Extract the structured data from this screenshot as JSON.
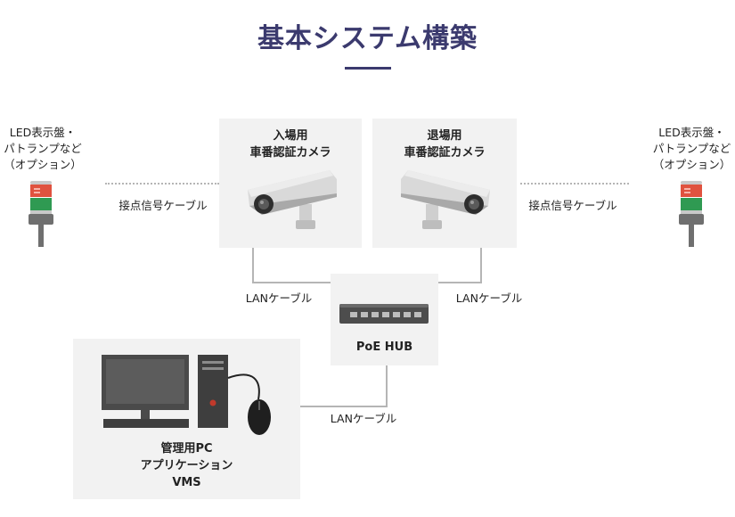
{
  "title": "基本システム構築",
  "cameras": {
    "entry": {
      "line1": "入場用",
      "line2": "車番認証カメラ"
    },
    "exit": {
      "line1": "退場用",
      "line2": "車番認証カメラ"
    }
  },
  "signal_devices": {
    "left": {
      "line1": "LED表示盤・",
      "line2": "パトランプなど",
      "line3": "（オプション）"
    },
    "right": {
      "line1": "LED表示盤・",
      "line2": "パトランプなど",
      "line3": "（オプション）"
    }
  },
  "cables": {
    "contact_left": "接点信号ケーブル",
    "contact_right": "接点信号ケーブル",
    "lan_left": "LANケーブル",
    "lan_right": "LANケーブル",
    "lan_bottom": "LANケーブル"
  },
  "hub": {
    "label": "PoE HUB"
  },
  "pc": {
    "line1": "管理用PC",
    "line2": "アプリケーション",
    "line3": "VMS"
  },
  "colors": {
    "title": "#3b3a6e",
    "box": "#f2f2f2",
    "line": "#b5b5b5",
    "lamp_red": "#e0523f",
    "lamp_green": "#2f9a52"
  }
}
